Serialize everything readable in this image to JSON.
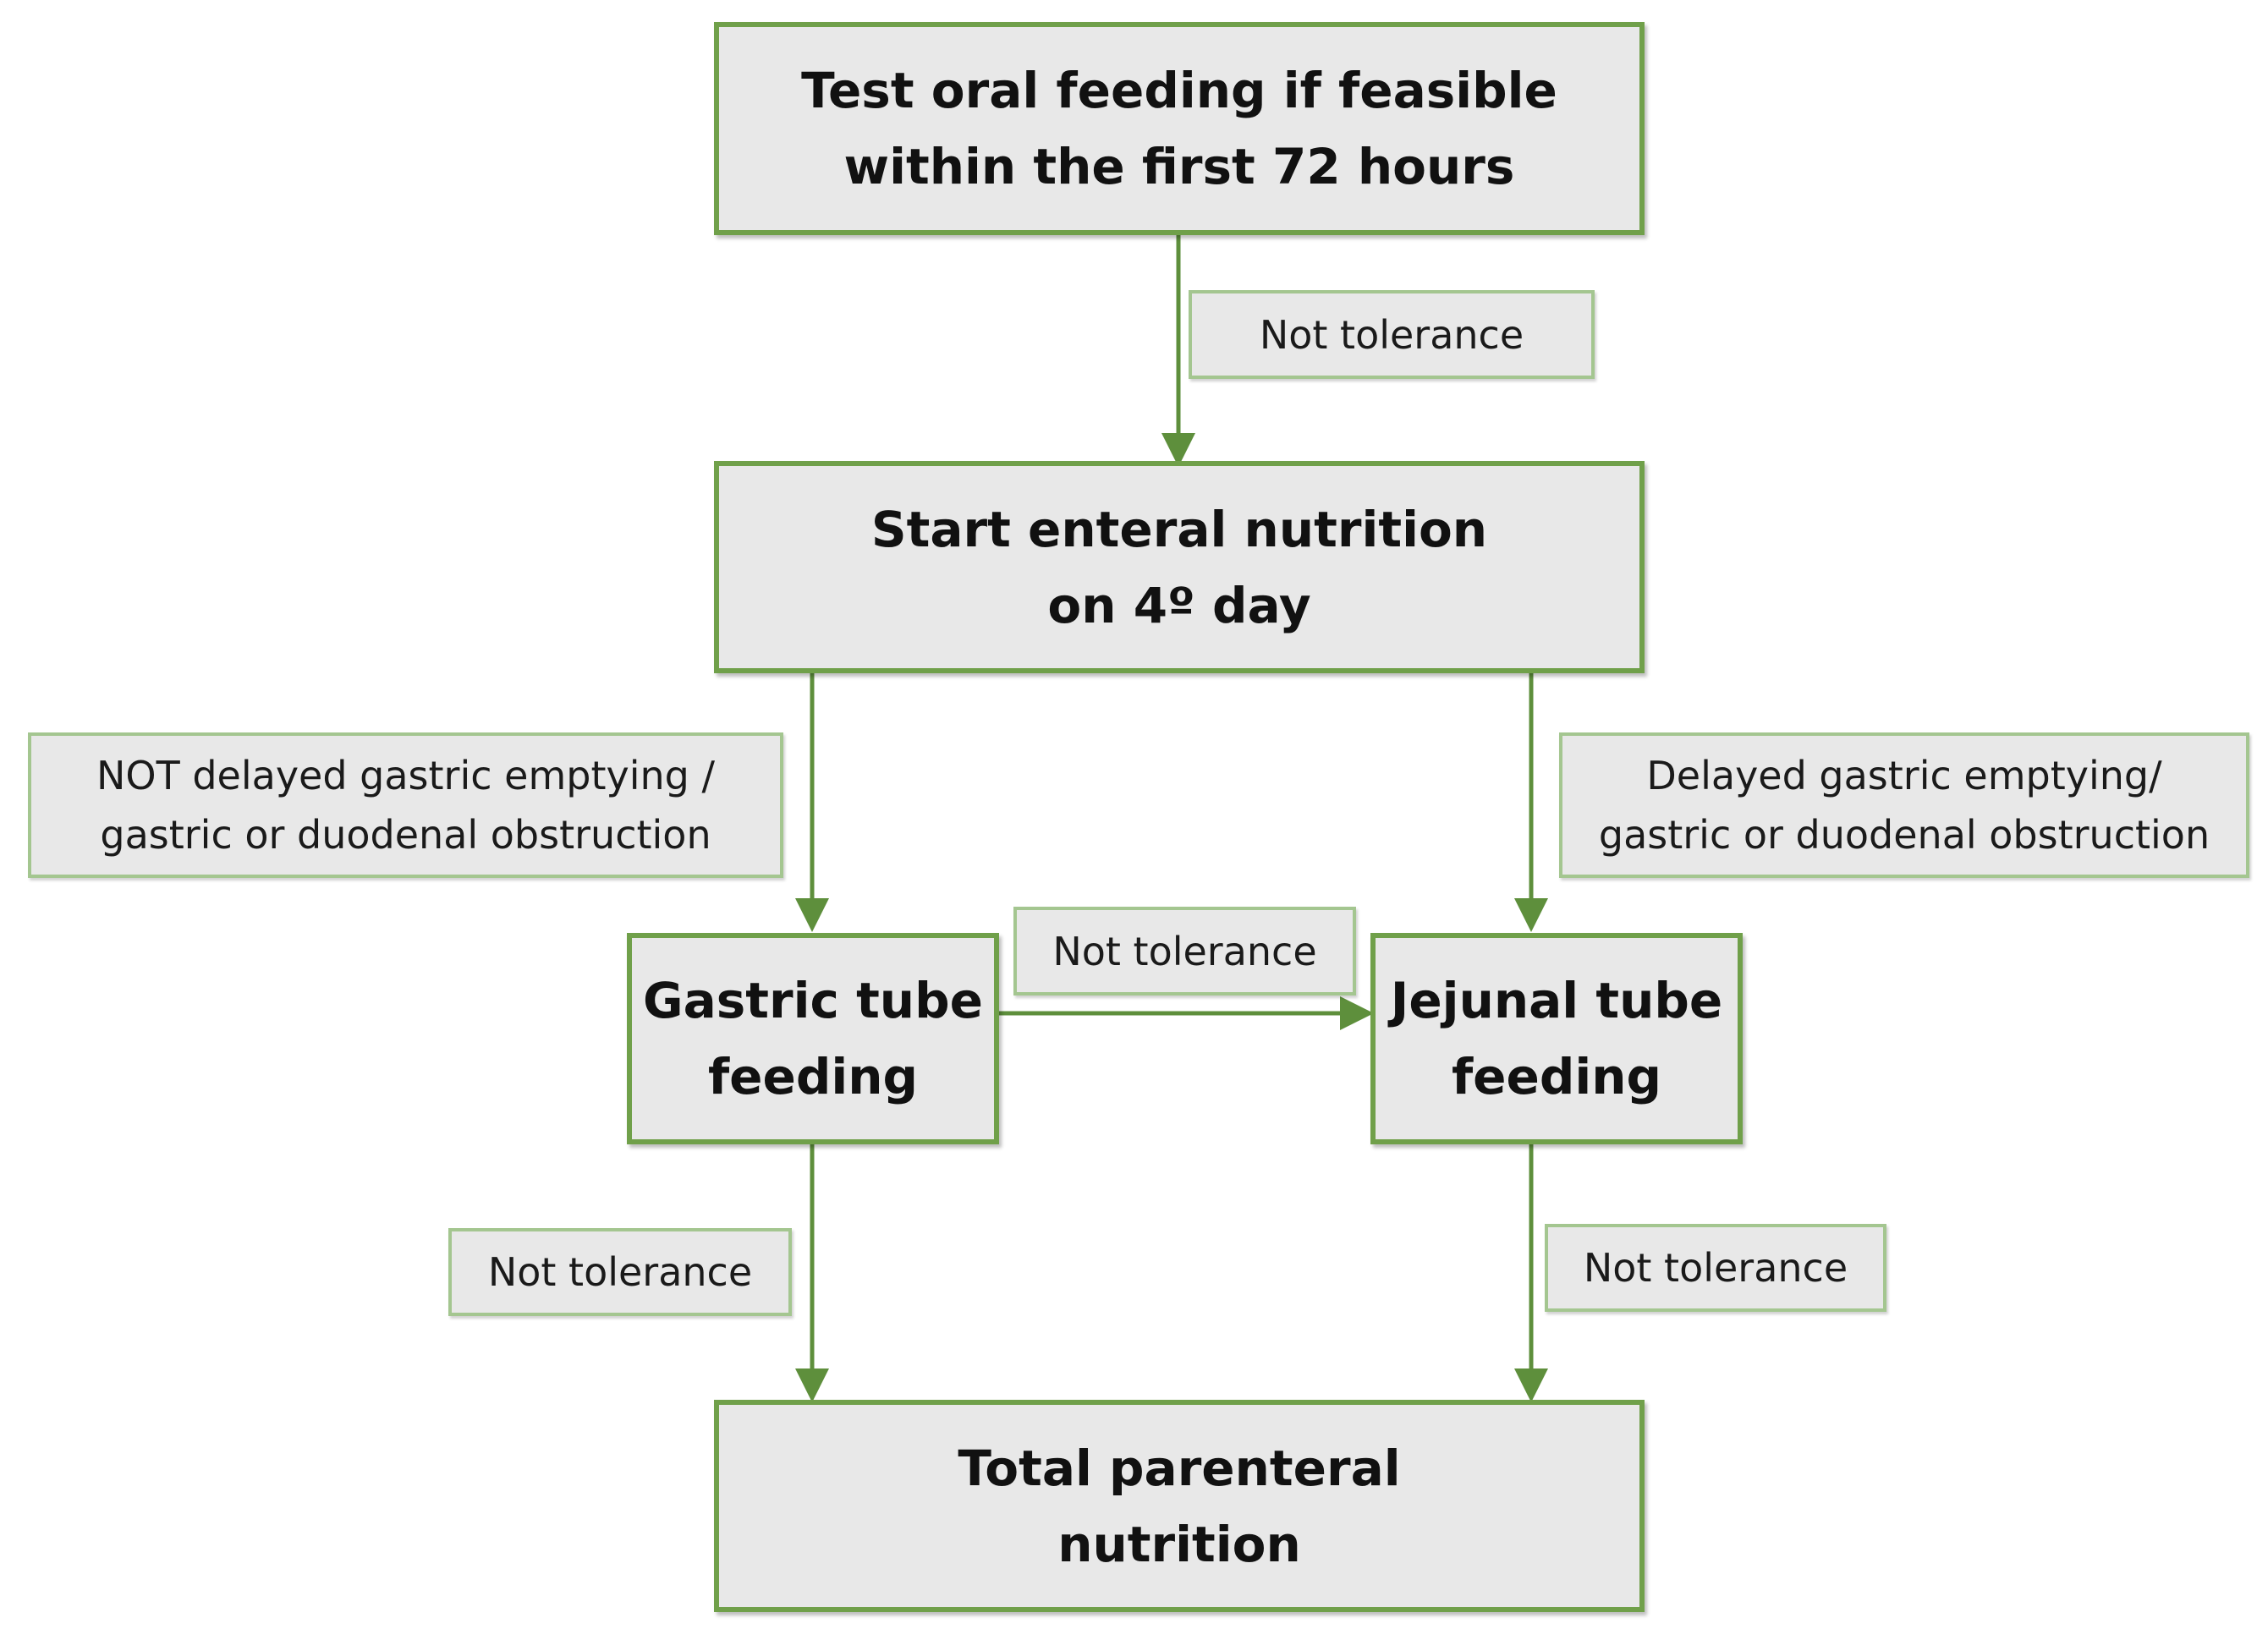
{
  "nodes": {
    "oral_feeding": {
      "line1": "Test oral feeding if feasible",
      "line2": "within the first 72 hours"
    },
    "enteral_nutrition": {
      "line1": "Start enteral nutrition",
      "line2": "on 4º day"
    },
    "gastric_tube": {
      "line1": "Gastric tube",
      "line2": "feeding"
    },
    "jejunal_tube": {
      "line1": "Jejunal tube",
      "line2": "feeding"
    },
    "parenteral": {
      "line1": "Total parenteral",
      "line2": "nutrition"
    }
  },
  "labels": {
    "not_tolerance_top": "Not tolerance",
    "not_delayed": {
      "line1": "NOT delayed gastric emptying /",
      "line2": "gastric or duodenal obstruction"
    },
    "delayed": {
      "line1": "Delayed gastric emptying/",
      "line2": "gastric or duodenal obstruction"
    },
    "not_tolerance_middle": "Not tolerance",
    "not_tolerance_left": "Not tolerance",
    "not_tolerance_right": "Not tolerance"
  },
  "colors": {
    "node_fill": "#e8e8e8",
    "node_border": "#70a04a",
    "label_border": "#a4c690",
    "arrow": "#5e8f3c"
  }
}
